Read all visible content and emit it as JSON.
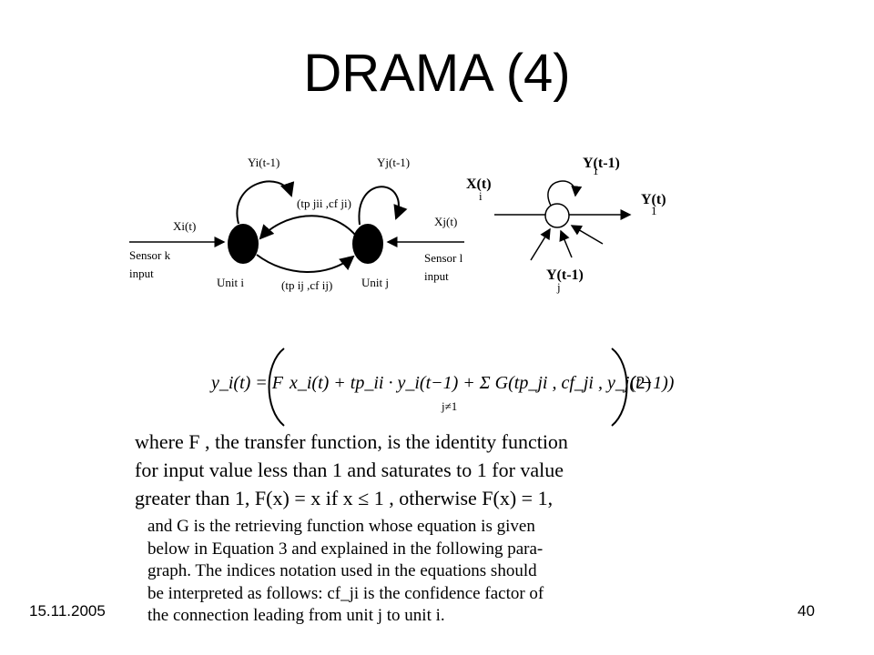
{
  "slide": {
    "title": "DRAMA (4)",
    "date": "15.11.2005",
    "page_number": "40"
  },
  "left_diagram": {
    "feedback_i": "Yi(t-1)",
    "feedback_j": "Yj(t-1)",
    "input_i": "Xi(t)",
    "input_j": "Xj(t)",
    "sensor_k_line1": "Sensor k",
    "sensor_k_line2": "input",
    "sensor_l_line1": "Sensor l",
    "sensor_l_line2": "input",
    "unit_i": "Unit i",
    "unit_j": "Unit j",
    "edge_top": "(tp jii ,cf ji)",
    "edge_bottom": "(tp ij ,cf ij)"
  },
  "right_diagram": {
    "input": "X(t)",
    "input_sub": "i",
    "feedback": "Y(t-1)",
    "feedback_sub": "1",
    "output": "Y(t)",
    "output_sub": "1",
    "bottom": "Y(t-1)",
    "bottom_sub": "j"
  },
  "equation": {
    "lhs": "y_i(t) = F",
    "body": "x_i(t) + tp_ii · y_i(t−1) + Σ G(tp_ji , cf_ji , y_j(t−1))",
    "sum_index": "j≠1",
    "number": "(2)"
  },
  "paragraph1": [
    "where F , the transfer function, is the identity function",
    "for input value less than 1 and saturates to 1  for value",
    "greater than 1, F(x) = x  if   x ≤ 1 , otherwise F(x) = 1,"
  ],
  "paragraph2": [
    "and G is the retrieving function whose equation is given",
    "below in Equation 3 and explained in the following para-",
    "graph.  The indices notation used in the equations should",
    "be interpreted as follows: cf_ji is the confidence factor of",
    "the connection leading from unit j to unit i."
  ]
}
